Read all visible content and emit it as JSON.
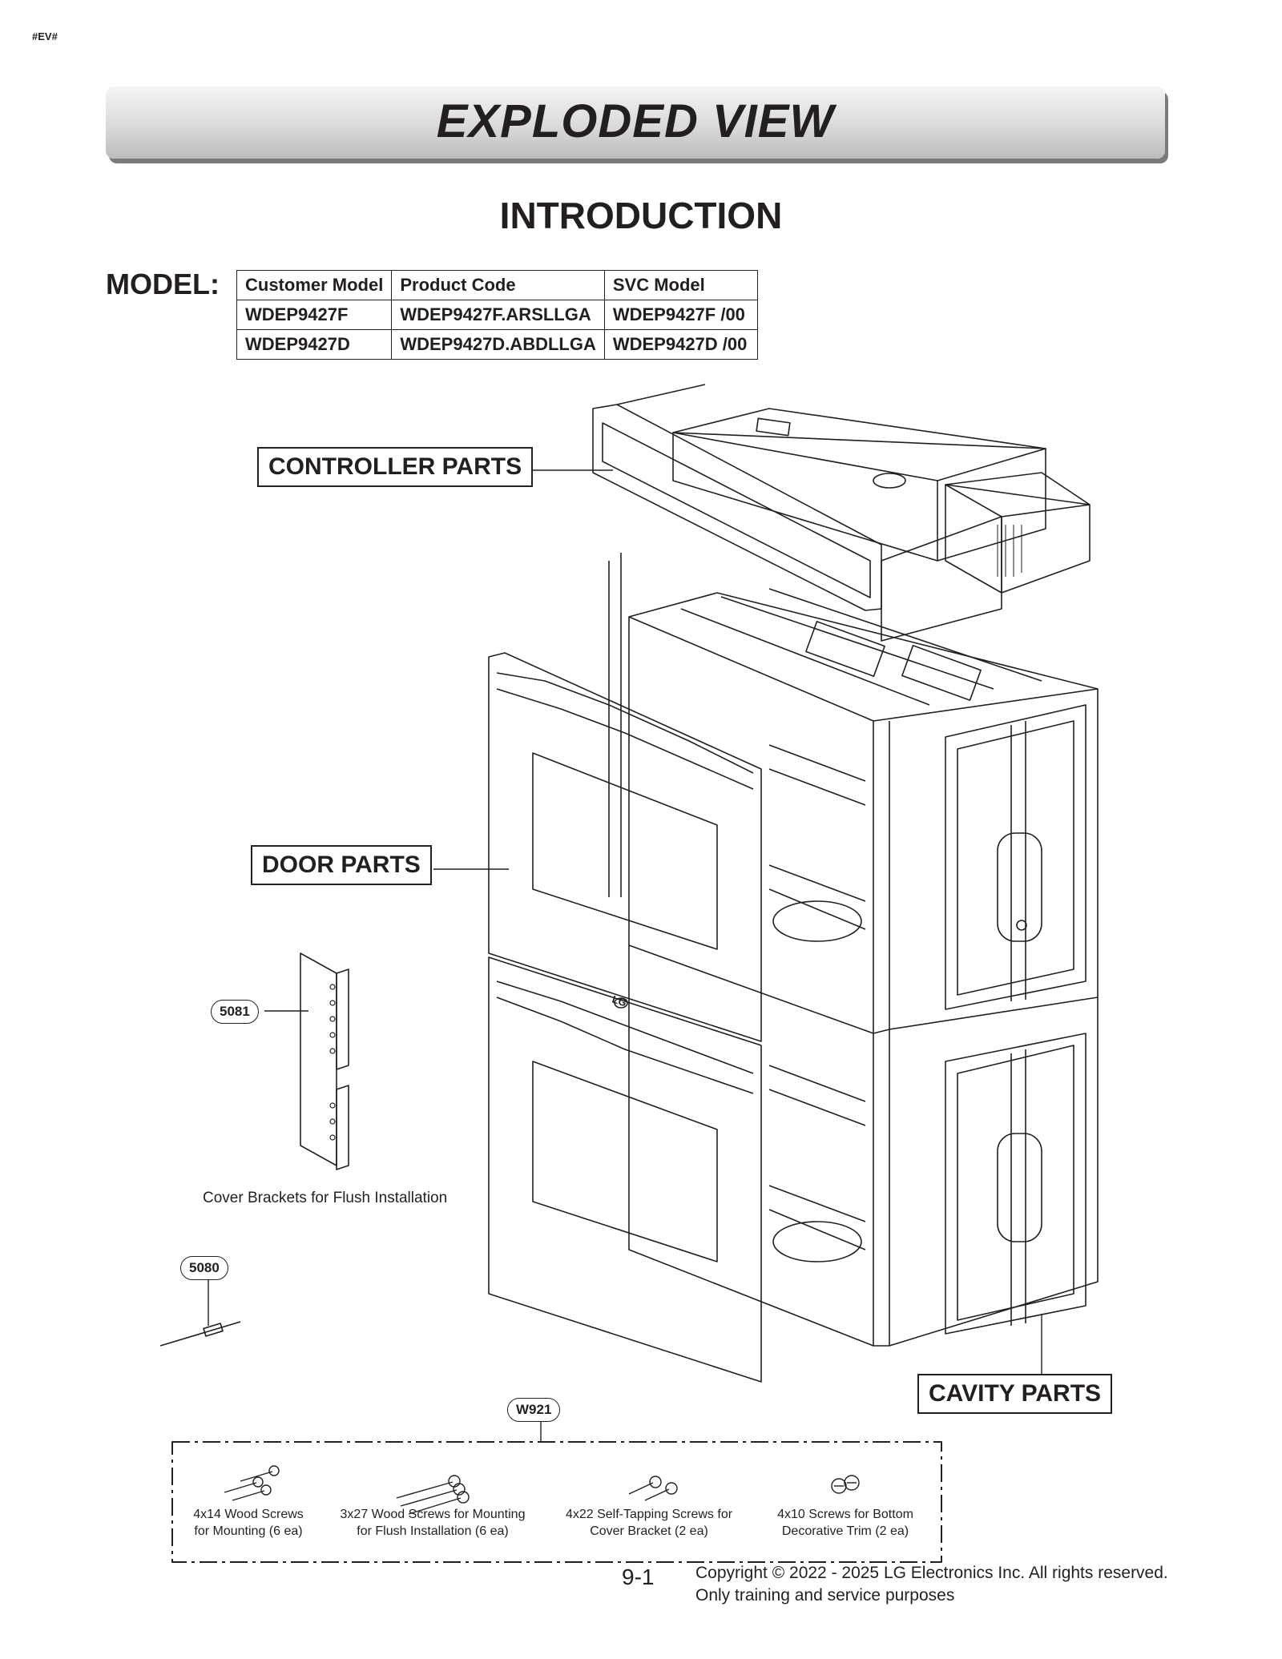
{
  "header_tag": "#EV#",
  "banner_title": "EXPLODED VIEW",
  "section_title": "INTRODUCTION",
  "model_label": "MODEL:",
  "model_table": {
    "headers": [
      "Customer Model",
      "Product Code",
      "SVC Model"
    ],
    "rows": [
      [
        "WDEP9427F",
        "WDEP9427F.ARSLLGA",
        "WDEP9427F  /00"
      ],
      [
        "WDEP9427D",
        "WDEP9427D.ABDLLGA",
        "WDEP9427D  /00"
      ]
    ]
  },
  "callouts": {
    "controller": "CONTROLLER PARTS",
    "door": "DOOR PARTS",
    "cavity": "CAVITY PARTS"
  },
  "part_numbers": {
    "cover_bracket": "5081",
    "cord": "5080",
    "screws": "W921"
  },
  "cover_bracket_note": "Cover Brackets for Flush Installation",
  "appliance_logo": "LG",
  "hardware": [
    {
      "line1": "4x14 Wood Screws",
      "line2": "for Mounting (6 ea)"
    },
    {
      "line1": "3x27 Wood Screws for Mounting",
      "line2": "for Flush Installation (6 ea)"
    },
    {
      "line1": "4x22 Self-Tapping Screws for",
      "line2": "Cover Bracket (2 ea)"
    },
    {
      "line1": "4x10 Screws for Bottom",
      "line2": "Decorative Trim (2 ea)"
    }
  ],
  "page_number": "9-1",
  "copyright": {
    "line1": "Copyright © 2022 - 2025 LG Electronics Inc. All rights reserved.",
    "line2": "Only training and service purposes"
  }
}
